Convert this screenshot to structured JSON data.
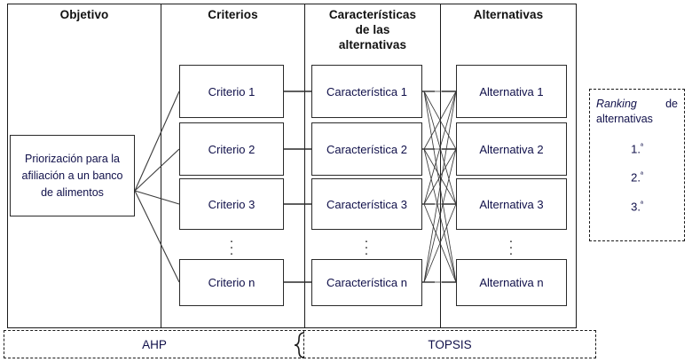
{
  "diagram": {
    "columns": [
      {
        "header": "Objetivo"
      },
      {
        "header": "Criterios"
      },
      {
        "header": "Características de las alternativas"
      },
      {
        "header": "Alternativas"
      }
    ],
    "headers": {
      "objetivo": "Objetivo",
      "criterios": "Criterios",
      "caracteristicas_line1": "Características",
      "caracteristicas_line2": "de las",
      "caracteristicas_line3": "alternativas",
      "alternativas": "Alternativas"
    },
    "objective": {
      "label": "Priorización para la afiliación a un banco de alimentos"
    },
    "criterios": [
      {
        "label": "Criterio 1"
      },
      {
        "label": "Criterio 2"
      },
      {
        "label": "Criterio 3"
      },
      {
        "label": "Criterio n"
      }
    ],
    "caracteristicas": [
      {
        "label": "Característica 1"
      },
      {
        "label": "Característica 2"
      },
      {
        "label": "Característica 3"
      },
      {
        "label": "Característica n"
      }
    ],
    "alternativas": [
      {
        "label": "Alternativa 1"
      },
      {
        "label": "Alternativa 2"
      },
      {
        "label": "Alternativa 3"
      },
      {
        "label": "Alternativa n"
      }
    ],
    "ellipsis": "⋮",
    "methods": {
      "ahp": "AHP",
      "topsis": "TOPSIS"
    },
    "ranking": {
      "title_emphasis": "Ranking",
      "title_rest": " de alternativas",
      "items": [
        "1.ª",
        "2.ª",
        "3.ª"
      ],
      "item_numbers": [
        "1.",
        "2.",
        "3."
      ],
      "item_suffix": "ª"
    },
    "colors": {
      "line": "#1b1b1b",
      "box_border": "#2a2a2a",
      "text": "#10104a",
      "header_text": "#111111",
      "background": "#ffffff"
    }
  }
}
